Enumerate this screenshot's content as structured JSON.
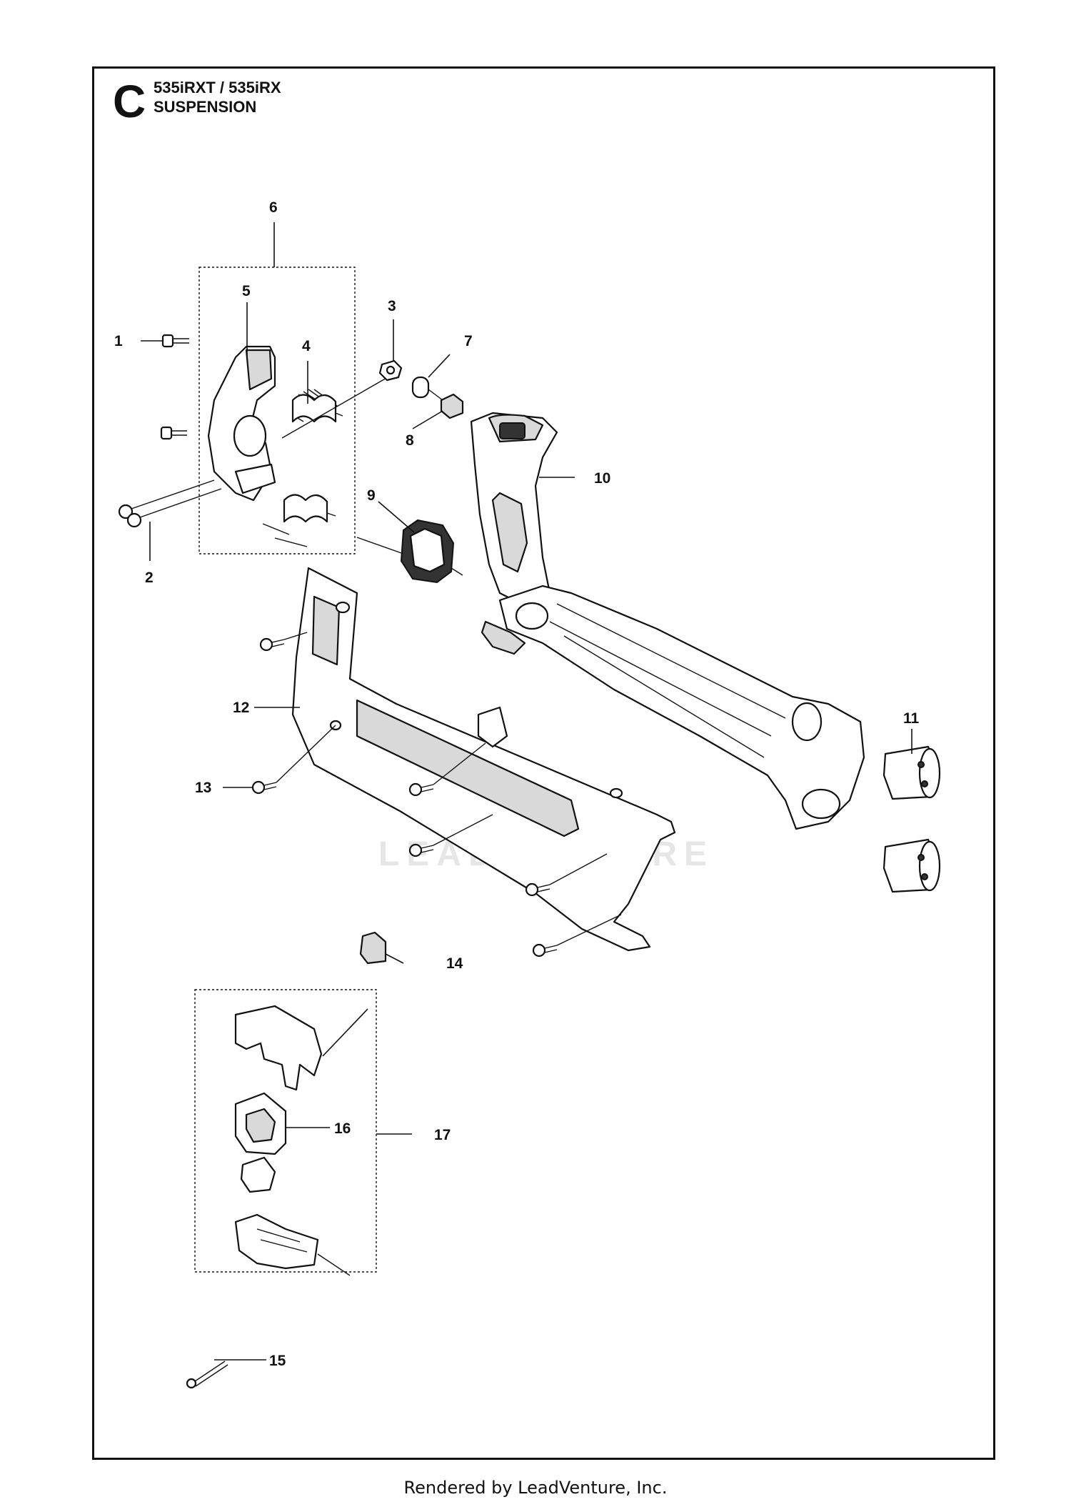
{
  "header": {
    "section_letter": "C",
    "model": "535iRXT / 535iRX",
    "title": "SUSPENSION"
  },
  "callouts": [
    "1",
    "2",
    "3",
    "4",
    "5",
    "6",
    "7",
    "8",
    "9",
    "10",
    "11",
    "12",
    "13",
    "14",
    "15",
    "16",
    "17"
  ],
  "watermark": "LEADVENTURE",
  "footer": "Rendered by LeadVenture, Inc."
}
